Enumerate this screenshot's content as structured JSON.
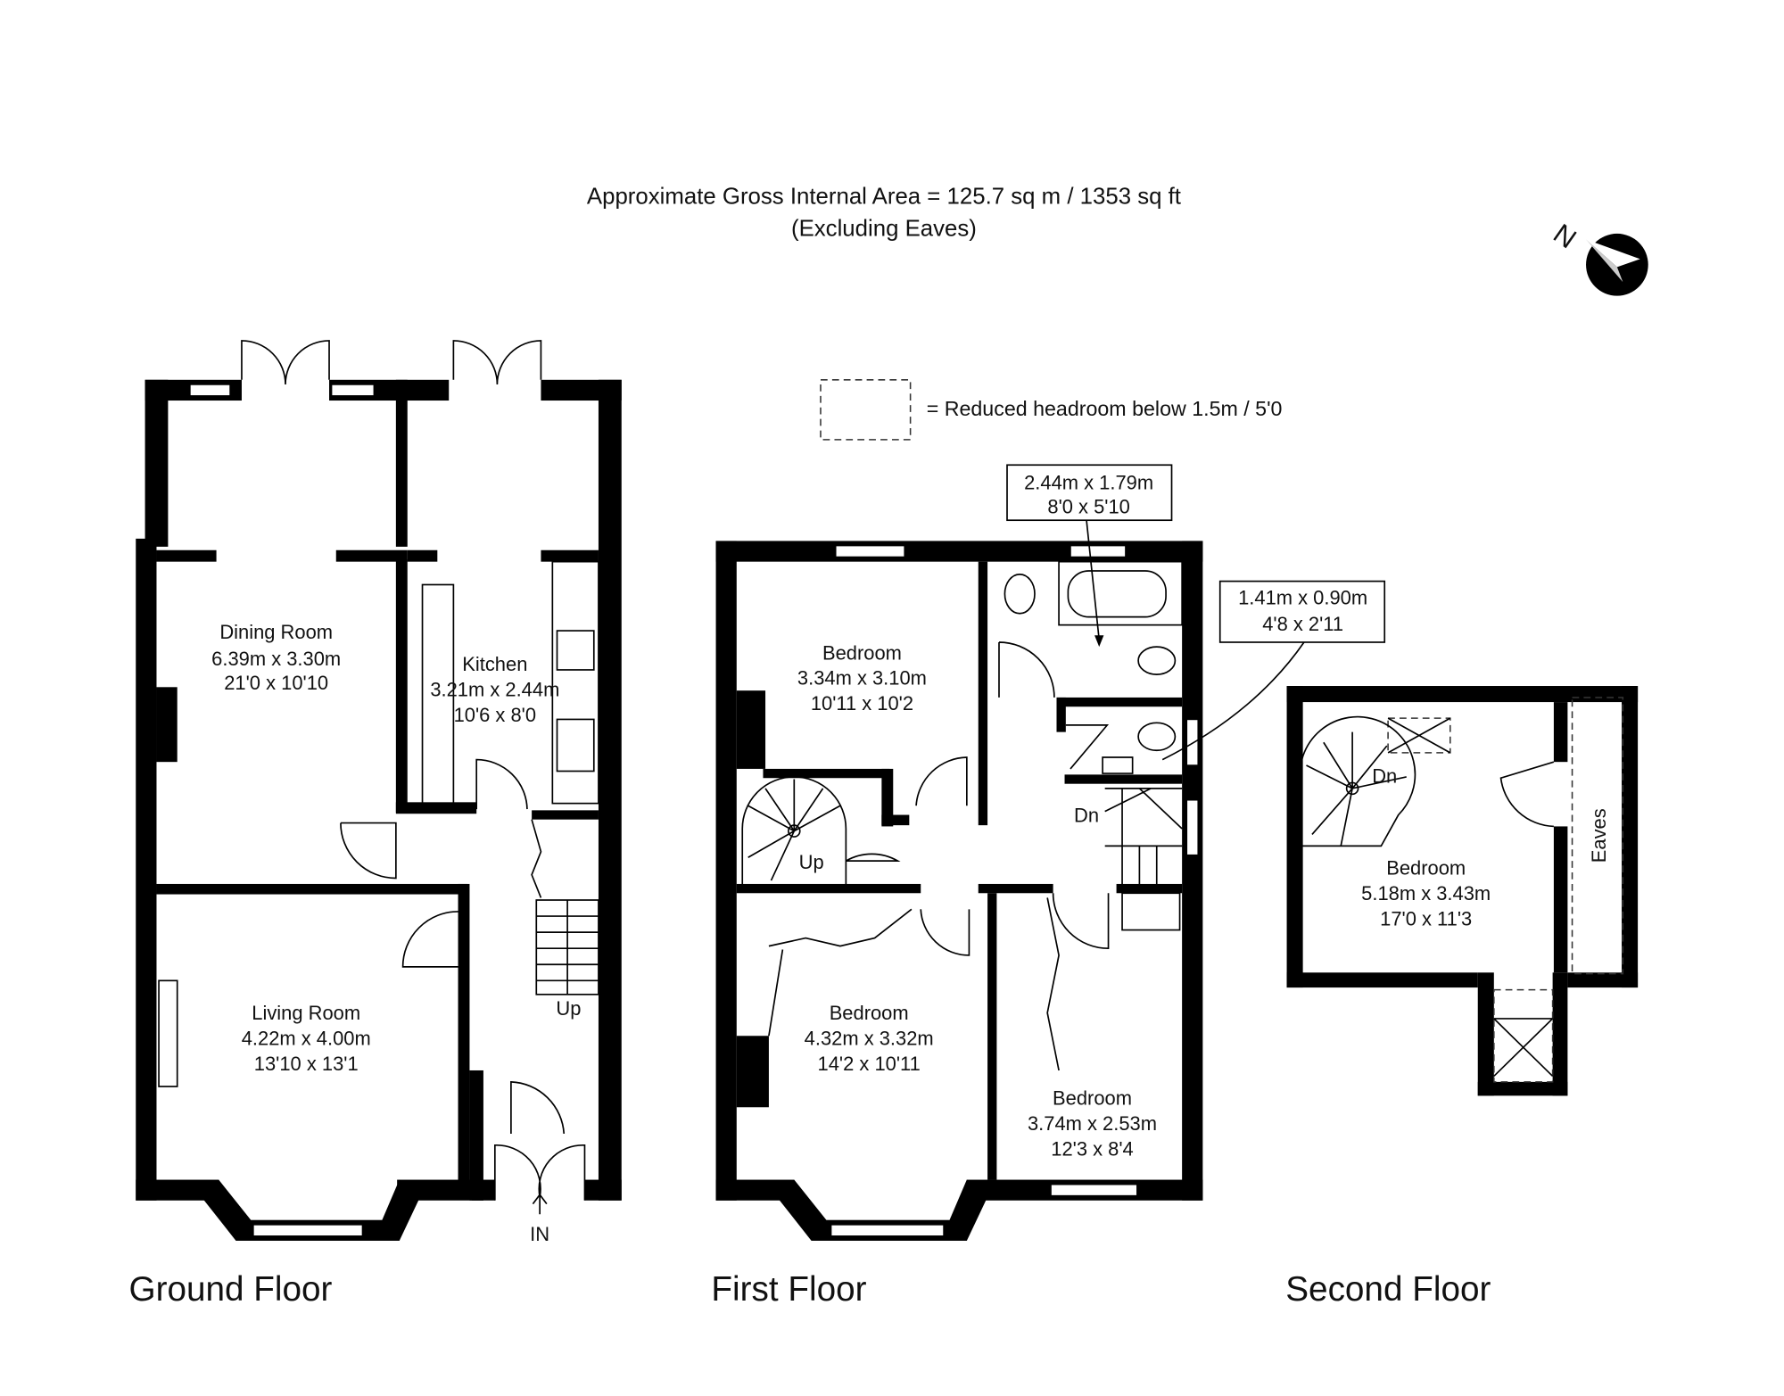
{
  "header": {
    "area_line": "Approximate Gross Internal Area = 125.7 sq m / 1353 sq ft",
    "note_line": "(Excluding Eaves)"
  },
  "compass": {
    "label": "N"
  },
  "legend": {
    "reduced_headroom": "= Reduced headroom below 1.5m / 5'0"
  },
  "ground_floor": {
    "title": "Ground Floor",
    "dining": {
      "name": "Dining Room",
      "metric": "6.39m x 3.30m",
      "imperial": "21'0 x 10'10"
    },
    "kitchen": {
      "name": "Kitchen",
      "metric": "3.21m x 2.44m",
      "imperial": "10'6 x 8'0"
    },
    "living": {
      "name": "Living Room",
      "metric": "4.22m x 4.00m",
      "imperial": "13'10 x 13'1"
    },
    "stairs_label": "Up",
    "entrance_label": "IN"
  },
  "first_floor": {
    "title": "First Floor",
    "bedroom1": {
      "name": "Bedroom",
      "metric": "3.34m x 3.10m",
      "imperial": "10'11 x 10'2"
    },
    "bedroom2": {
      "name": "Bedroom",
      "metric": "4.32m x 3.32m",
      "imperial": "14'2 x 10'11"
    },
    "bedroom3": {
      "name": "Bedroom",
      "metric": "3.74m x 2.53m",
      "imperial": "12'3 x 8'4"
    },
    "bathroom_callout": {
      "metric": "2.44m x 1.79m",
      "imperial": "8'0 x 5'10"
    },
    "wc_callout": {
      "metric": "1.41m x 0.90m",
      "imperial": "4'8 x 2'11"
    },
    "spiral_label": "Up",
    "stairs_label": "Dn"
  },
  "second_floor": {
    "title": "Second Floor",
    "bedroom": {
      "name": "Bedroom",
      "metric": "5.18m x 3.43m",
      "imperial": "17'0 x 11'3"
    },
    "stairs_label": "Dn",
    "eaves_label": "Eaves"
  }
}
